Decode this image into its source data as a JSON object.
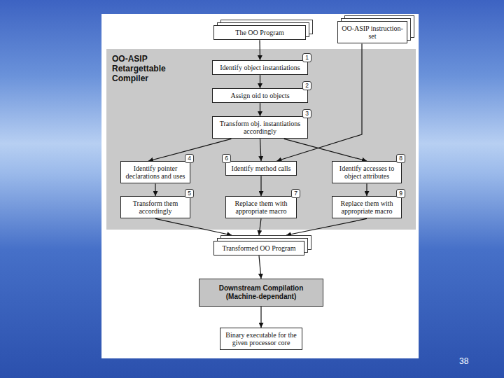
{
  "diagram": {
    "nodes": [
      {
        "text": [
          "The OO Program"
        ]
      },
      {
        "text": [
          "OO-ASIP instruction-set"
        ]
      },
      {
        "text": [
          "OO-ASIP Retargettable Compiler"
        ]
      },
      {
        "text": [
          "Identify object instantiations"
        ],
        "in": 2
      },
      {
        "text": [
          "Assign oid to objects"
        ],
        "in": 2
      },
      {
        "text": [
          "Transform obj. instantiations accordingly"
        ],
        "in": 2
      },
      {
        "text": [
          "Identify pointer declarations and uses"
        ],
        "in": 2
      },
      {
        "text": [
          "Identify method calls"
        ],
        "in": 2
      },
      {
        "text": [
          "Identify accesses to object attributes"
        ],
        "in": 2
      },
      {
        "text": [
          "Transform them accordingly"
        ],
        "in": 2
      },
      {
        "text": [
          "Replace them with appropriate macro"
        ],
        "in": 2
      },
      {
        "text": [
          "Replace them with appropriate macro"
        ],
        "in": 2
      },
      {
        "text": [
          "Transformed OO Program"
        ]
      },
      {
        "text": [
          "Downstream Compilation (Machine-dependant)"
        ]
      },
      {
        "text": [
          "Binary executable for the given processor core"
        ]
      }
    ],
    "edges": [
      {
        "from": 0,
        "to": 3,
        "arrow": "to"
      },
      {
        "from": 3,
        "to": 4,
        "arrow": "to"
      },
      {
        "from": 4,
        "to": 5,
        "arrow": "to"
      },
      {
        "from": 5,
        "to": 6,
        "arrow": "to"
      },
      {
        "from": 5,
        "to": 7,
        "arrow": "to"
      },
      {
        "from": 5,
        "to": 8,
        "arrow": "to"
      },
      {
        "from": 1,
        "to": 7,
        "arrow": "to"
      },
      {
        "from": 6,
        "to": 9,
        "arrow": "to"
      },
      {
        "from": 7,
        "to": 10,
        "arrow": "to"
      },
      {
        "from": 8,
        "to": 11,
        "arrow": "to"
      },
      {
        "from": 9,
        "to": 12,
        "arrow": "to"
      },
      {
        "from": 10,
        "to": 12,
        "arrow": "to"
      },
      {
        "from": 11,
        "to": 12,
        "arrow": "to"
      },
      {
        "from": 12,
        "to": 13,
        "arrow": "to"
      },
      {
        "from": 13,
        "to": 14,
        "arrow": "to"
      }
    ],
    "labels": [
      "1",
      "2",
      "3",
      "4",
      "5",
      "6",
      "7",
      "8",
      "9",
      "38"
    ]
  }
}
